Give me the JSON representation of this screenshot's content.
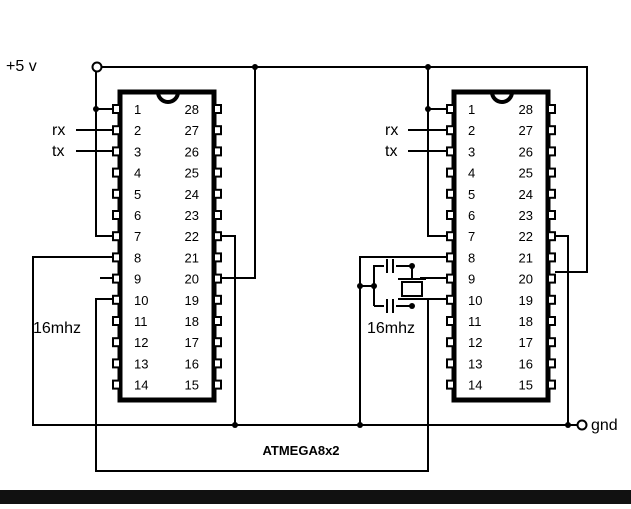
{
  "supply_label": "+5 v",
  "ground_label": "gnd",
  "title": "ATMEGA8x2",
  "signal_labels": [
    "rx",
    "tx"
  ],
  "crystal_labels": [
    "16mhz",
    "16mhz"
  ],
  "chips": [
    {
      "id": "left",
      "left_pins": [
        "1",
        "2",
        "3",
        "4",
        "5",
        "6",
        "7",
        "8",
        "9",
        "10",
        "11",
        "12",
        "13",
        "14"
      ],
      "right_pins": [
        "28",
        "27",
        "26",
        "25",
        "24",
        "23",
        "22",
        "21",
        "20",
        "19",
        "18",
        "17",
        "16",
        "15"
      ]
    },
    {
      "id": "right",
      "left_pins": [
        "1",
        "2",
        "3",
        "4",
        "5",
        "6",
        "7",
        "8",
        "9",
        "10",
        "11",
        "12",
        "13",
        "14"
      ],
      "right_pins": [
        "28",
        "27",
        "26",
        "25",
        "24",
        "23",
        "22",
        "21",
        "20",
        "19",
        "18",
        "17",
        "16",
        "15"
      ]
    }
  ]
}
